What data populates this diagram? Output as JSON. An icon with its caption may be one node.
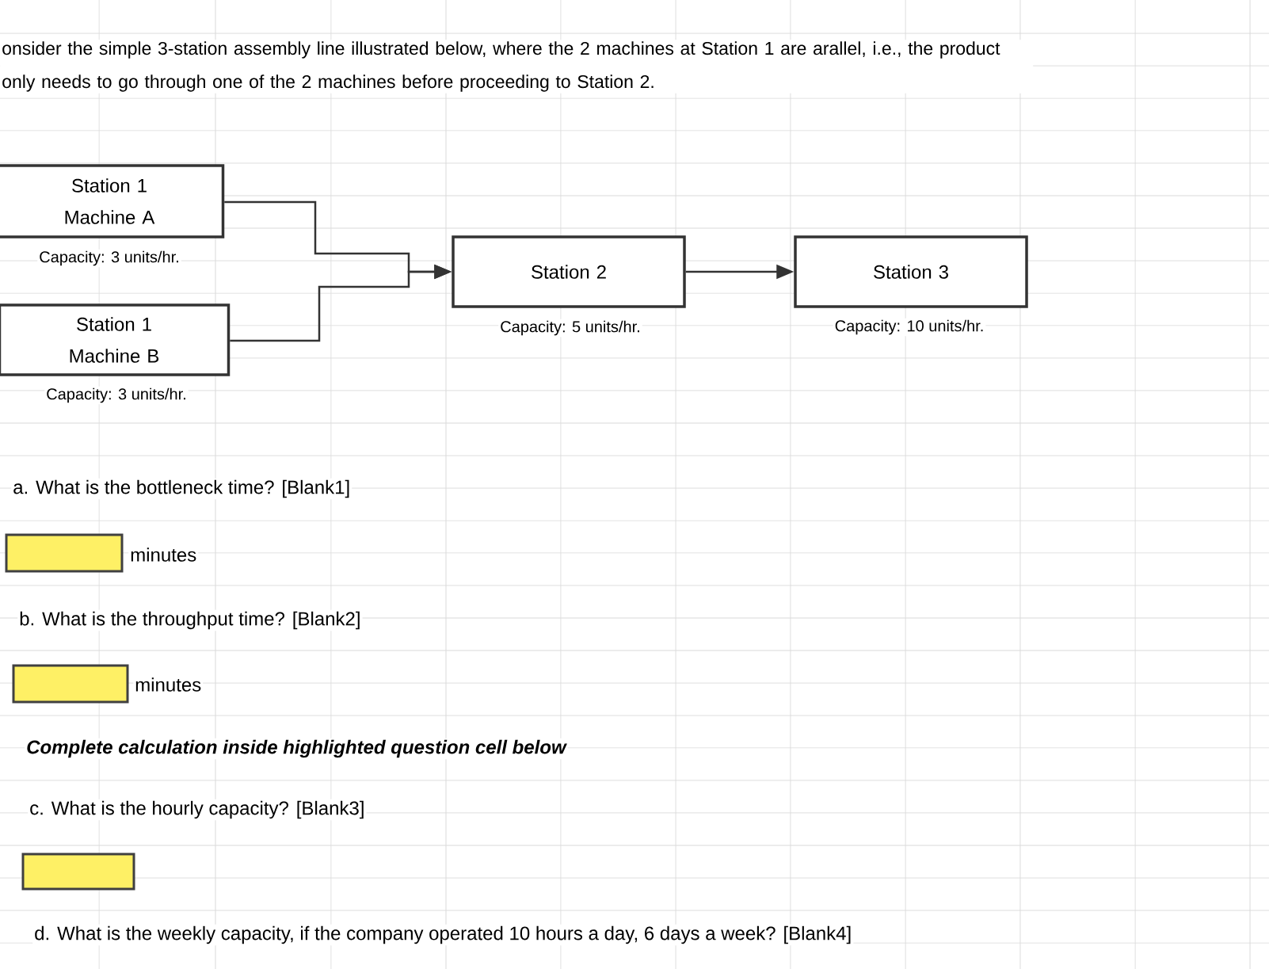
{
  "diagram": {
    "nodes": [
      {
        "text": [
          "Station 1 Machine A"
        ],
        "beside": [
          "Capacity: 3 units/hr."
        ]
      },
      {
        "text": [
          "Station 1 Machine B"
        ],
        "beside": [
          "Capacity: 3 units/hr."
        ]
      },
      {
        "text": [
          "Station 2"
        ],
        "beside": [
          "Capacity: 5 units/hr."
        ]
      },
      {
        "text": [
          "Station 3"
        ],
        "beside": [
          "Capacity: 10 units/hr."
        ]
      },
      {
        "text": [],
        "shape": "box",
        "beside": [
          "minutes"
        ]
      },
      {
        "text": [],
        "shape": "box",
        "beside": [
          "minutes"
        ]
      },
      {
        "text": [],
        "shape": "box"
      }
    ],
    "edges": [
      {
        "from": 0,
        "to": 2,
        "arrow": "to"
      },
      {
        "from": 1,
        "to": 2,
        "arrow": "to"
      },
      {
        "from": 2,
        "to": 3,
        "arrow": "to"
      }
    ],
    "labels": [
      "onsider the simple 3-station assembly line illustrated below, where the 2 machines at Station 1 are arallel, i.e., the product only needs to go through one of the 2 machines before proceeding to Station 2.",
      "a. What is the bottleneck time? [Blank1]",
      "b. What is the throughput time? [Blank2]",
      "Complete calculation inside highlighted question cell below",
      "c. What is the hourly capacity? [Blank3]",
      "d. What is the weekly capacity, if the company operated 10 hours a day, 6 days a week? [Blank4]"
    ]
  }
}
